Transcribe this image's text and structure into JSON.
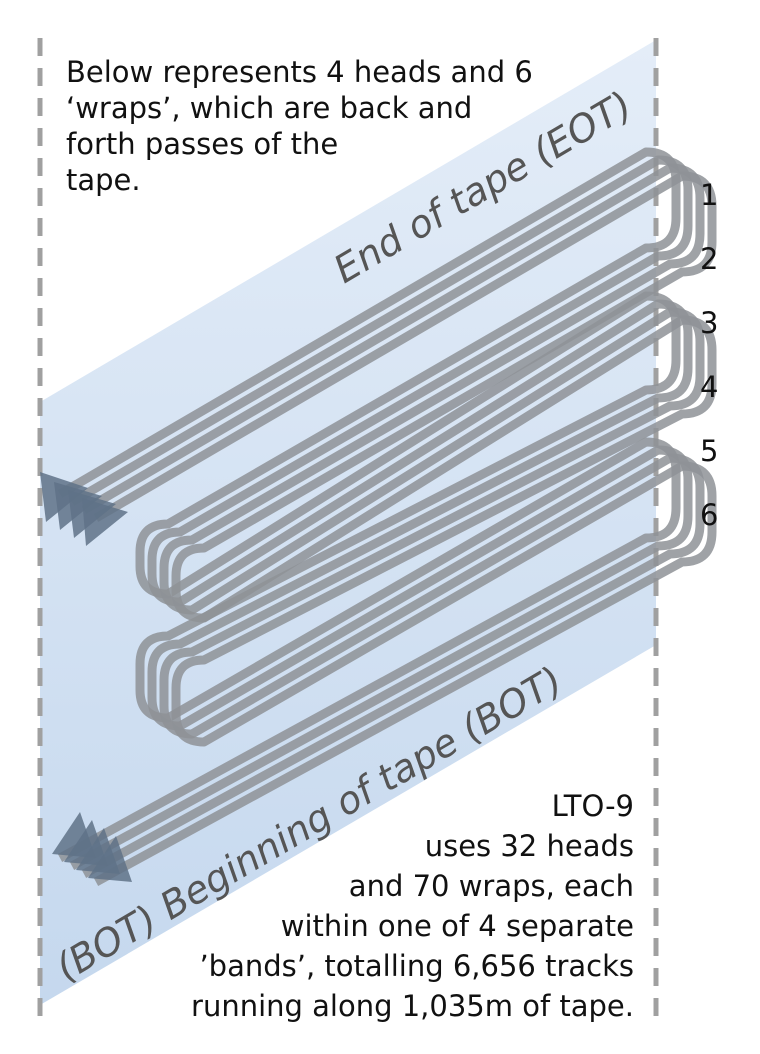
{
  "intro_text": [
    "Below represents 4 heads and 6",
    "‘wraps’, which are back and",
    "forth passes of the",
    "tape."
  ],
  "eot_label": "End of  tape (EOT)",
  "bot_label": "(BOT) Beginning of tape (BOT)",
  "wrap_numbers": [
    "1",
    "2",
    "3",
    "4",
    "5",
    "6"
  ],
  "outro_text": [
    "LTO-9",
    "uses 32 heads",
    "and 70 wraps, each",
    "within one of 4 separate",
    "’bands’, totalling 6,656 tracks",
    "running along 1,035m of tape."
  ],
  "colors": {
    "tape": "#d3e2f3",
    "track": "#8e9297",
    "arrow": "#5f7287",
    "border": "#a0a0a0",
    "label": "#555555"
  }
}
